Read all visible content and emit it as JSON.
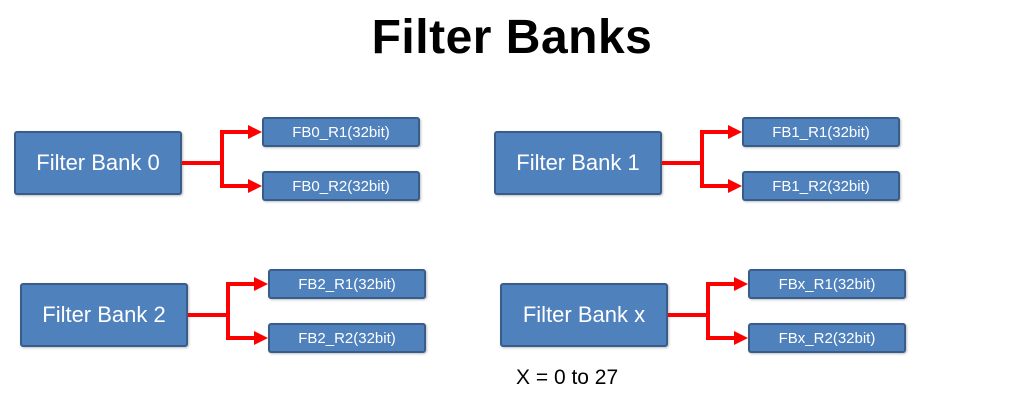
{
  "title": "Filter Banks",
  "note": "X = 0 to 27",
  "colors": {
    "box_fill": "#4f81bd",
    "box_border": "#385d8a",
    "box_text": "#ffffff",
    "arrow": "#ff0000",
    "title_text": "#000000"
  },
  "groups": [
    {
      "main": "Filter Bank 0",
      "registers": [
        "FB0_R1(32bit)",
        "FB0_R2(32bit)"
      ]
    },
    {
      "main": "Filter Bank 1",
      "registers": [
        "FB1_R1(32bit)",
        "FB1_R2(32bit)"
      ]
    },
    {
      "main": "Filter Bank 2",
      "registers": [
        "FB2_R1(32bit)",
        "FB2_R2(32bit)"
      ]
    },
    {
      "main": "Filter Bank x",
      "registers": [
        "FBx_R1(32bit)",
        "FBx_R2(32bit)"
      ]
    }
  ]
}
